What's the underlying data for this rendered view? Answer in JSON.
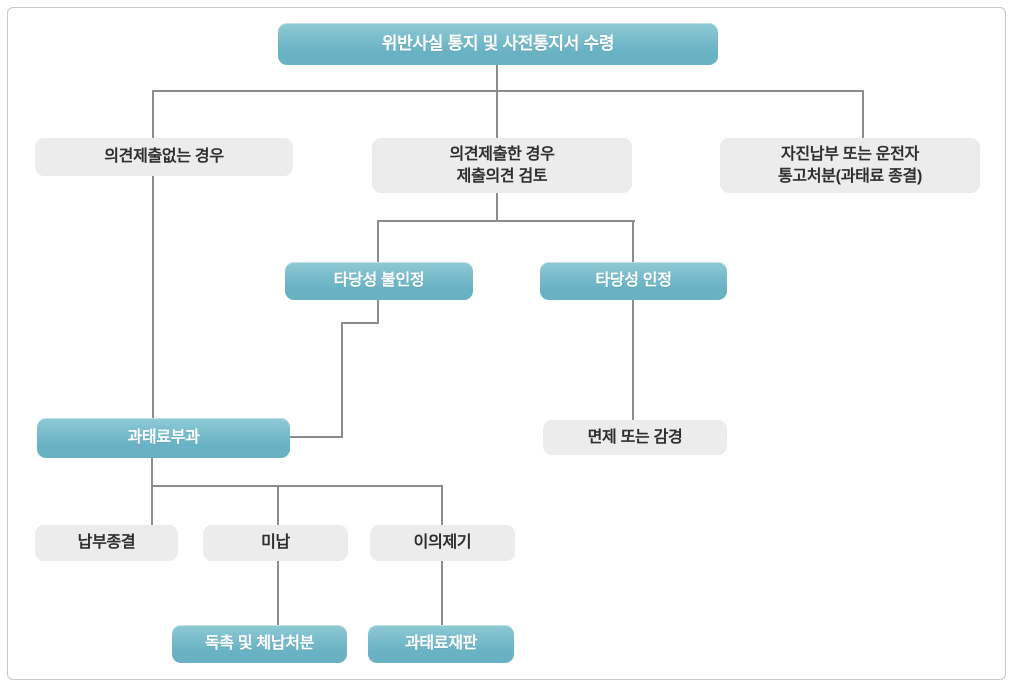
{
  "diagram": {
    "type": "flowchart",
    "nodes": {
      "receive_notice": {
        "label": "위반사실 통지 및 사전통지서 수령",
        "style": "primary"
      },
      "no_opinion": {
        "label": "의견제출없는 경우",
        "style": "secondary"
      },
      "opinion_submitted": {
        "label": "의견제출한 경우\n제출의견 검토",
        "style": "secondary"
      },
      "voluntary_payment": {
        "label": "자진납부 또는 운전자\n통고처분(과태료 종결)",
        "style": "secondary"
      },
      "validity_denied": {
        "label": "타당성 불인정",
        "style": "primary"
      },
      "validity_accepted": {
        "label": "타당성 인정",
        "style": "primary"
      },
      "fine_imposed": {
        "label": "과태료부과",
        "style": "primary"
      },
      "exemption_reduction": {
        "label": "면제 또는 감경",
        "style": "secondary"
      },
      "payment_completed": {
        "label": "납부종결",
        "style": "secondary"
      },
      "non_payment": {
        "label": "미납",
        "style": "secondary"
      },
      "objection": {
        "label": "이의제기",
        "style": "secondary"
      },
      "demand_disposition": {
        "label": "독촉 및 체납처분",
        "style": "primary"
      },
      "fine_trial": {
        "label": "과태료재판",
        "style": "primary"
      }
    },
    "edges": [
      {
        "from": "receive_notice",
        "to": "no_opinion"
      },
      {
        "from": "receive_notice",
        "to": "opinion_submitted"
      },
      {
        "from": "receive_notice",
        "to": "voluntary_payment"
      },
      {
        "from": "opinion_submitted",
        "to": "validity_denied"
      },
      {
        "from": "opinion_submitted",
        "to": "validity_accepted"
      },
      {
        "from": "no_opinion",
        "to": "fine_imposed"
      },
      {
        "from": "validity_denied",
        "to": "fine_imposed"
      },
      {
        "from": "validity_accepted",
        "to": "exemption_reduction"
      },
      {
        "from": "fine_imposed",
        "to": "payment_completed"
      },
      {
        "from": "fine_imposed",
        "to": "non_payment"
      },
      {
        "from": "fine_imposed",
        "to": "objection"
      },
      {
        "from": "non_payment",
        "to": "demand_disposition"
      },
      {
        "from": "objection",
        "to": "fine_trial"
      }
    ]
  },
  "colors": {
    "primary_top": "#8fc9d5",
    "primary_bottom": "#68b2c4",
    "secondary": "#ececec",
    "line": "#8c8c8c",
    "frame_border": "#c8c8c8",
    "text_on_primary": "#ffffff",
    "text_on_secondary": "#2e2e2e"
  }
}
